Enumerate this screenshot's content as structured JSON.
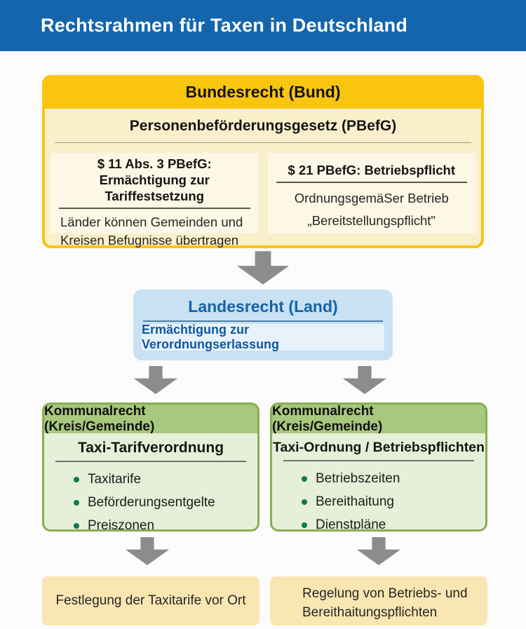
{
  "colors": {
    "top_bar_blue": "#1565AD",
    "gold": "#FAC50F",
    "cream_body": "#FAEFCB",
    "cream_subbox": "#FDF7E5",
    "land_blue": "#C8E1F3",
    "land_inner_blue": "#E8F2FA",
    "land_text_blue": "#1562A9",
    "green_border": "#88AD53",
    "green_header": "#A8C87E",
    "green_body": "#E6EFD7",
    "bullet_green": "#0C7A52",
    "arrow_gray": "#8C8C8C",
    "outcome_cream": "#F9E6B2"
  },
  "header": {
    "title": "Rechtsrahmen für Taxen in Deutschland"
  },
  "bund": {
    "header": "Bundesrecht (Bund)",
    "law_title": "Personenbeförderungsgesetz (PBefG)",
    "left": {
      "heading_line1": "$ 11 Abs. 3 PBefG:",
      "heading_line2": "Ermächtigung zur Tariffestsetzung",
      "body_line1": "Länder können Gemeinden und",
      "body_line2": "Kreisen Befugnisse übertragen"
    },
    "right": {
      "heading": "$ 21 PBefG: Betriebspflicht",
      "body_line1": "OrdnungsgemäSer Betrieb",
      "body_line2": "„Bereitstellungspflicht\""
    }
  },
  "land": {
    "title": "Landesrecht (Land)",
    "subtitle": "Ermächtigung zur Verordnungserlassung"
  },
  "kommunal_left": {
    "header": "Kommunalrecht (Kreis/Gemeinde)",
    "title": "Taxi-Tarifverordnung",
    "items": [
      "Taxitarife",
      "Beförderungsentgelte",
      "Preiszonen"
    ]
  },
  "kommunal_right": {
    "header": "Kommunalrecht (Kreis/Gemeinde)",
    "title": "Taxi-Ordnung / Betriebspflichten",
    "items": [
      "Betriebszeiten",
      "Bereithaitung",
      "Dienstpläne"
    ]
  },
  "outcome_left": {
    "text": "Festlegung der Taxitarife vor Ort"
  },
  "outcome_right": {
    "line1": "Regelung von Betriebs- und",
    "line2": "Bereithaitungspflichten"
  }
}
